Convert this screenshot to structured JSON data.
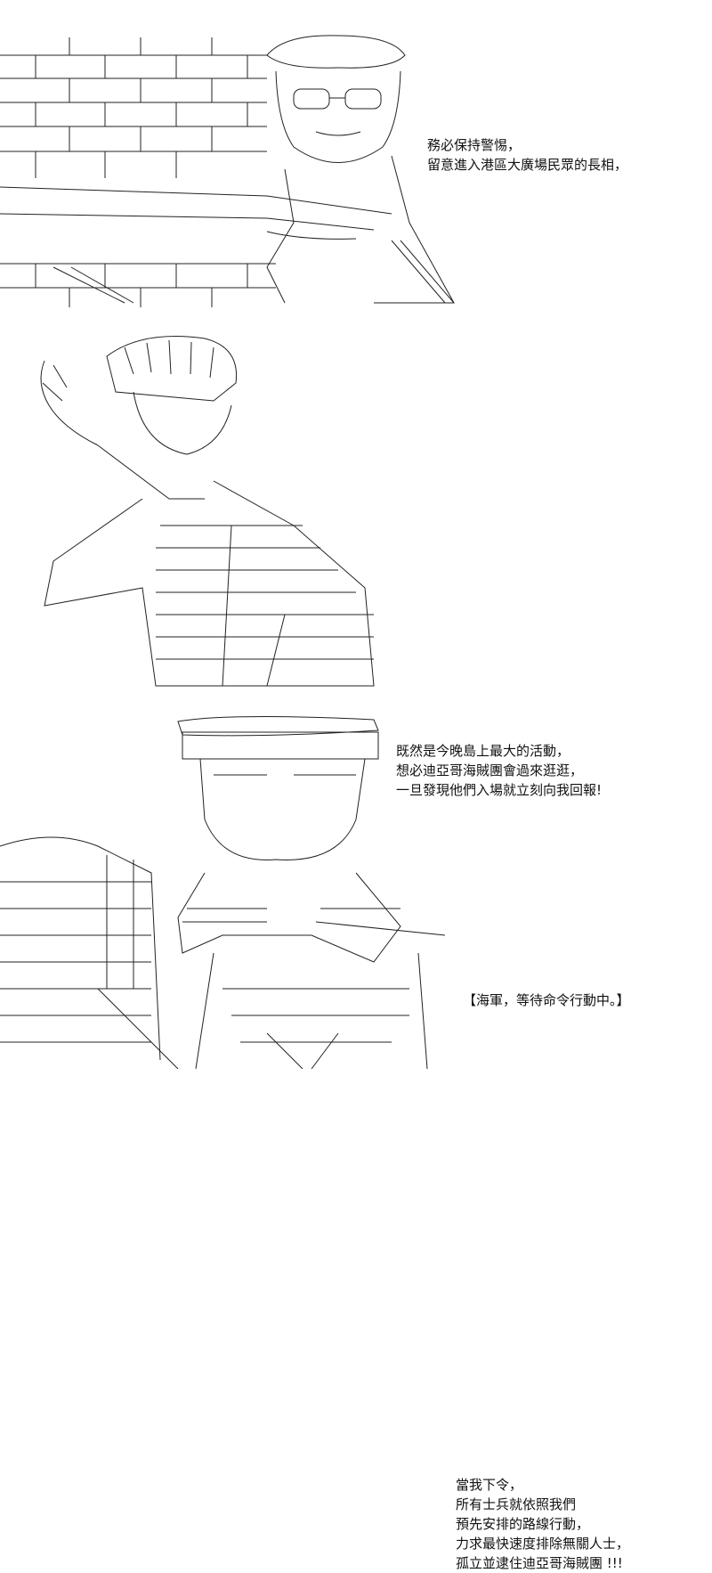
{
  "panels": [
    {
      "lines": [
        "務必保持警惕，",
        "留意進入港區大廣場民眾的長相，"
      ]
    },
    {
      "lines": [
        "既然是今晚島上最大的活動，",
        "想必迪亞哥海賊團會過來逛逛，",
        "一旦發現他們入場就立刻向我回報!"
      ]
    },
    {
      "lines": [
        "當我下令，",
        "所有士兵就依照我們",
        "預先安排的路線行動，",
        "力求最快速度排除無關人士，",
        "孤立並逮住迪亞哥海賊團 !!!"
      ],
      "note": "【海軍，等待命令行動中。】"
    }
  ]
}
